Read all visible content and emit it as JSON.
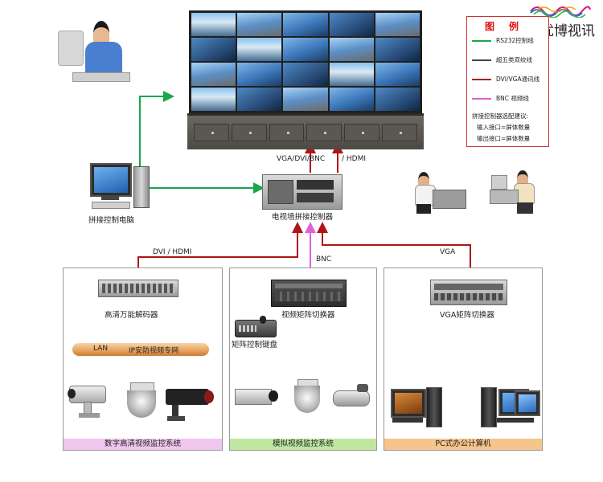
{
  "brand": {
    "name": "优博视讯"
  },
  "legend": {
    "title": "图例",
    "items": [
      {
        "label": "RS232控制线",
        "color": "#1aa64a"
      },
      {
        "label": "超五类双绞线",
        "color": "#444444"
      },
      {
        "label": "DVI/VGA通讯线",
        "color": "#b01414"
      },
      {
        "label": "BNC 视频线",
        "color": "#e060d8"
      }
    ],
    "notes": [
      "拼接控制器选配建议:",
      "输入接口=屏体数量",
      "输出接口=屏体数量"
    ]
  },
  "connections": {
    "wall_in_left": "VGA/DVI/BNC",
    "wall_in_right": "/ HDMI",
    "decoder_link": "DVI / HDMI",
    "bnc_link": "BNC",
    "vga_link": "VGA",
    "lan": "LAN",
    "ip_network": "IP安防视频专网"
  },
  "devices": {
    "splicing_pc": "拼接控制电脑",
    "wall_controller": "电视墙拼接控制器",
    "hd_decoder": "高清万能解码器",
    "video_matrix": "视频矩阵切换器",
    "matrix_keyboard": "矩阵控制键盘",
    "vga_matrix": "VGA矩阵切换器"
  },
  "systems": {
    "digital": {
      "label": "数字高清视频监控系统",
      "color": "#f0c6ee"
    },
    "analog": {
      "label": "模拟视频监控系统",
      "color": "#bfe7a0"
    },
    "pc": {
      "label": "PC式办公计算机",
      "color": "#f5c58c"
    }
  },
  "colors": {
    "rs232": "#1aa64a",
    "twisted_pair": "#444444",
    "dvi_vga": "#b01414",
    "bnc": "#e060d8"
  }
}
